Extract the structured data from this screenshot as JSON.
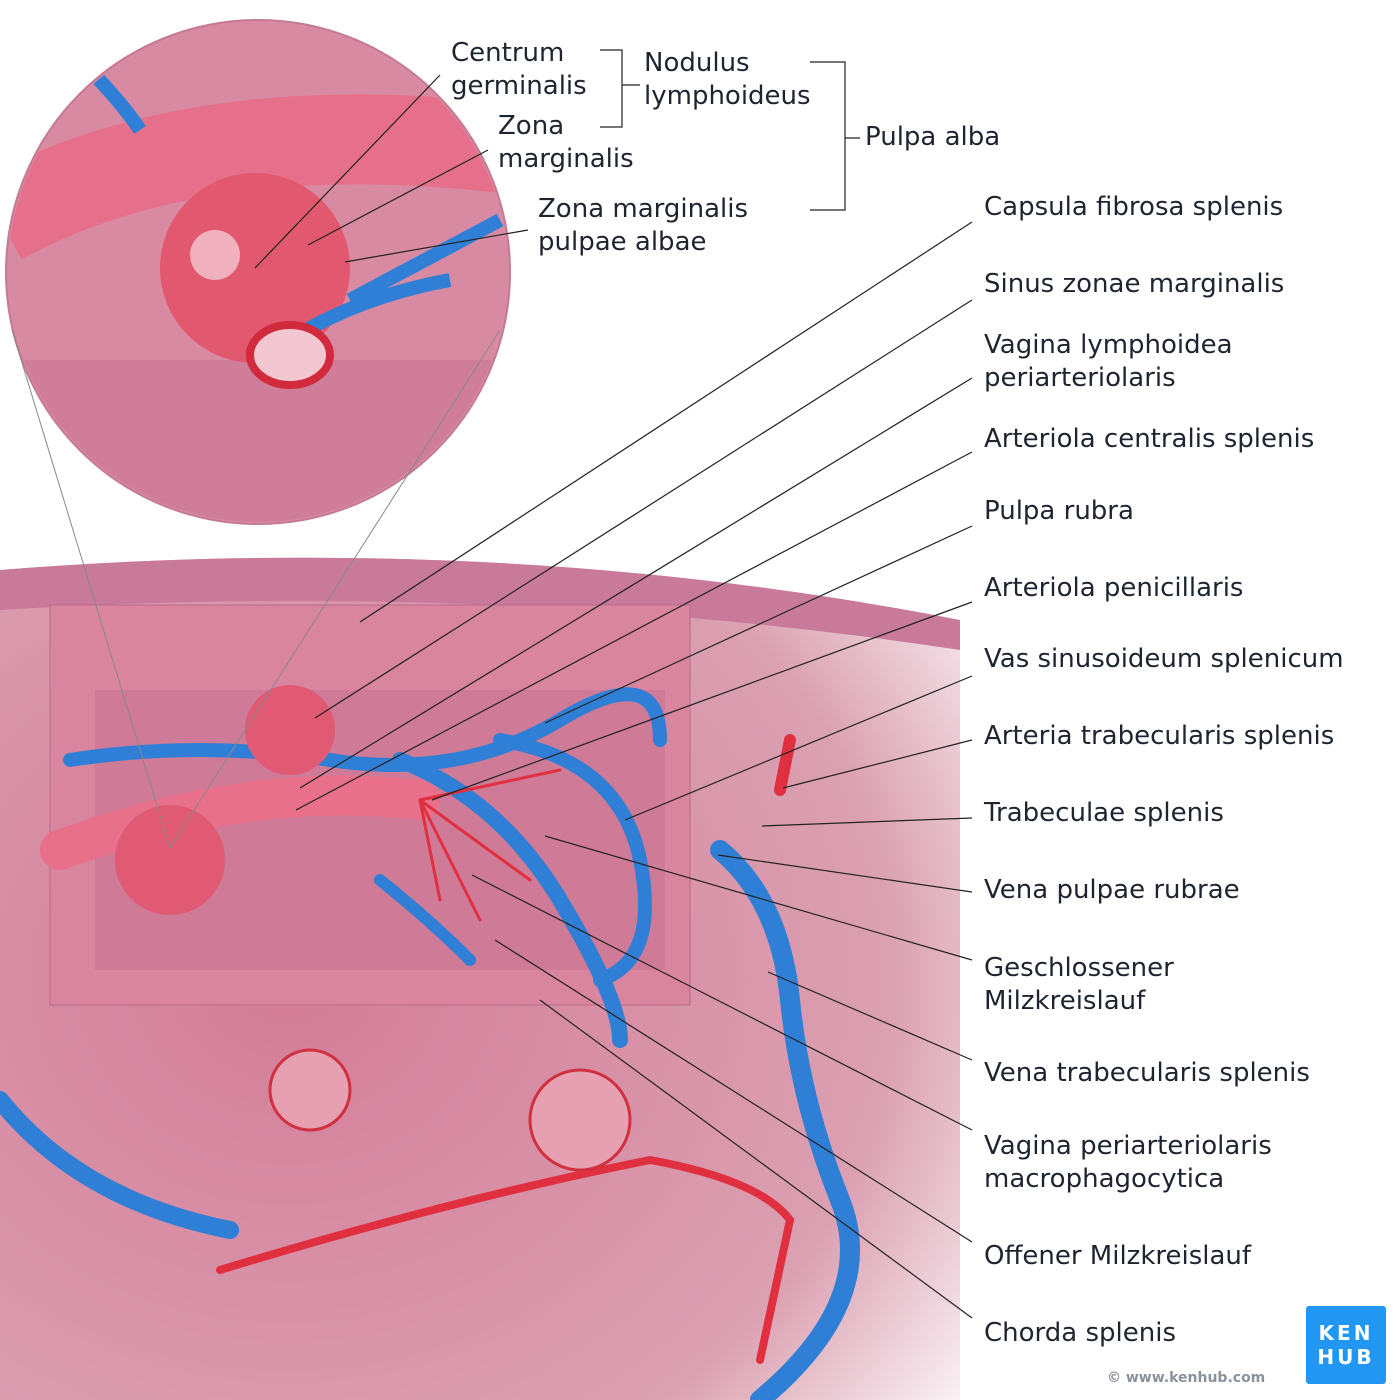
{
  "labels": {
    "centrum_germinalis": [
      "Centrum",
      "germinalis"
    ],
    "nodulus_lymphoideus": [
      "Nodulus",
      "lymphoideus"
    ],
    "pulpa_alba": "Pulpa alba",
    "zona_marginalis": [
      "Zona",
      "marginalis"
    ],
    "zona_marginalis_pulpae_albae": [
      "Zona marginalis",
      "pulpae albae"
    ],
    "capsula": "Capsula fibrosa splenis",
    "sinus": "Sinus zonae marginalis",
    "vagina_lymphoidea": [
      "Vagina lymphoidea",
      "periarteriolaris"
    ],
    "arteriola_centralis": "Arteriola centralis splenis",
    "pulpa_rubra": "Pulpa rubra",
    "arteriola_penicillaris": "Arteriola penicillaris",
    "vas_sinusoideum": "Vas sinusoideum splenicum",
    "arteria_trabecularis": "Arteria trabecularis splenis",
    "trabeculae": "Trabeculae splenis",
    "vena_pulpae": "Vena pulpae rubrae",
    "geschlossener": [
      "Geschlossener",
      "Milzkreislauf"
    ],
    "vena_trabecularis": "Vena trabecularis splenis",
    "vagina_macro": [
      "Vagina periarteriolaris",
      "macrophagocytica"
    ],
    "offener": "Offener Milzkreislauf",
    "chorda": "Chorda splenis"
  },
  "logo": [
    "KEN",
    "HUB"
  ],
  "copyright": "© www.kenhub.com",
  "colors": {
    "tissue": "#d98aa3",
    "vein": "#2f7fd6",
    "artery": "#e0303f",
    "brand": "#2196f3"
  }
}
